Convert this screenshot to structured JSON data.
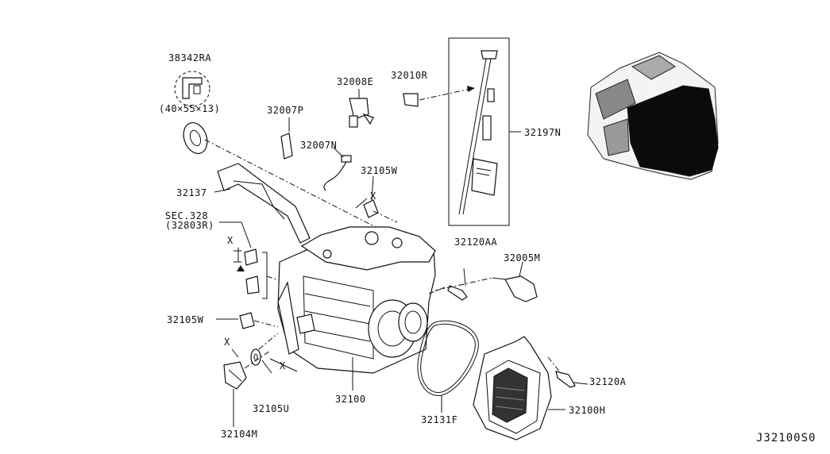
{
  "diagram": {
    "code": "J32100S0",
    "parts": {
      "p38342RA": "38342RA",
      "p38342RA_size": "(40×55×13)",
      "p32007P": "32007P",
      "p32008E": "32008E",
      "p32010R": "32010R",
      "p32197N": "32197N",
      "p32007N": "32007N",
      "p32105W_top": "32105W",
      "p32137": "32137",
      "sec": "SEC.328",
      "sec_sub": "(32803R)",
      "p32120AA": "32120AA",
      "p32005M": "32005M",
      "p32105W_left": "32105W",
      "p32100": "32100",
      "p32105U": "32105U",
      "p32104M": "32104M",
      "p32131F": "32131F",
      "p32100H": "32100H",
      "p32120A": "32120A"
    },
    "x_markers": {
      "x1": "X",
      "x2": "X",
      "x3": "X",
      "x4": "X"
    }
  }
}
